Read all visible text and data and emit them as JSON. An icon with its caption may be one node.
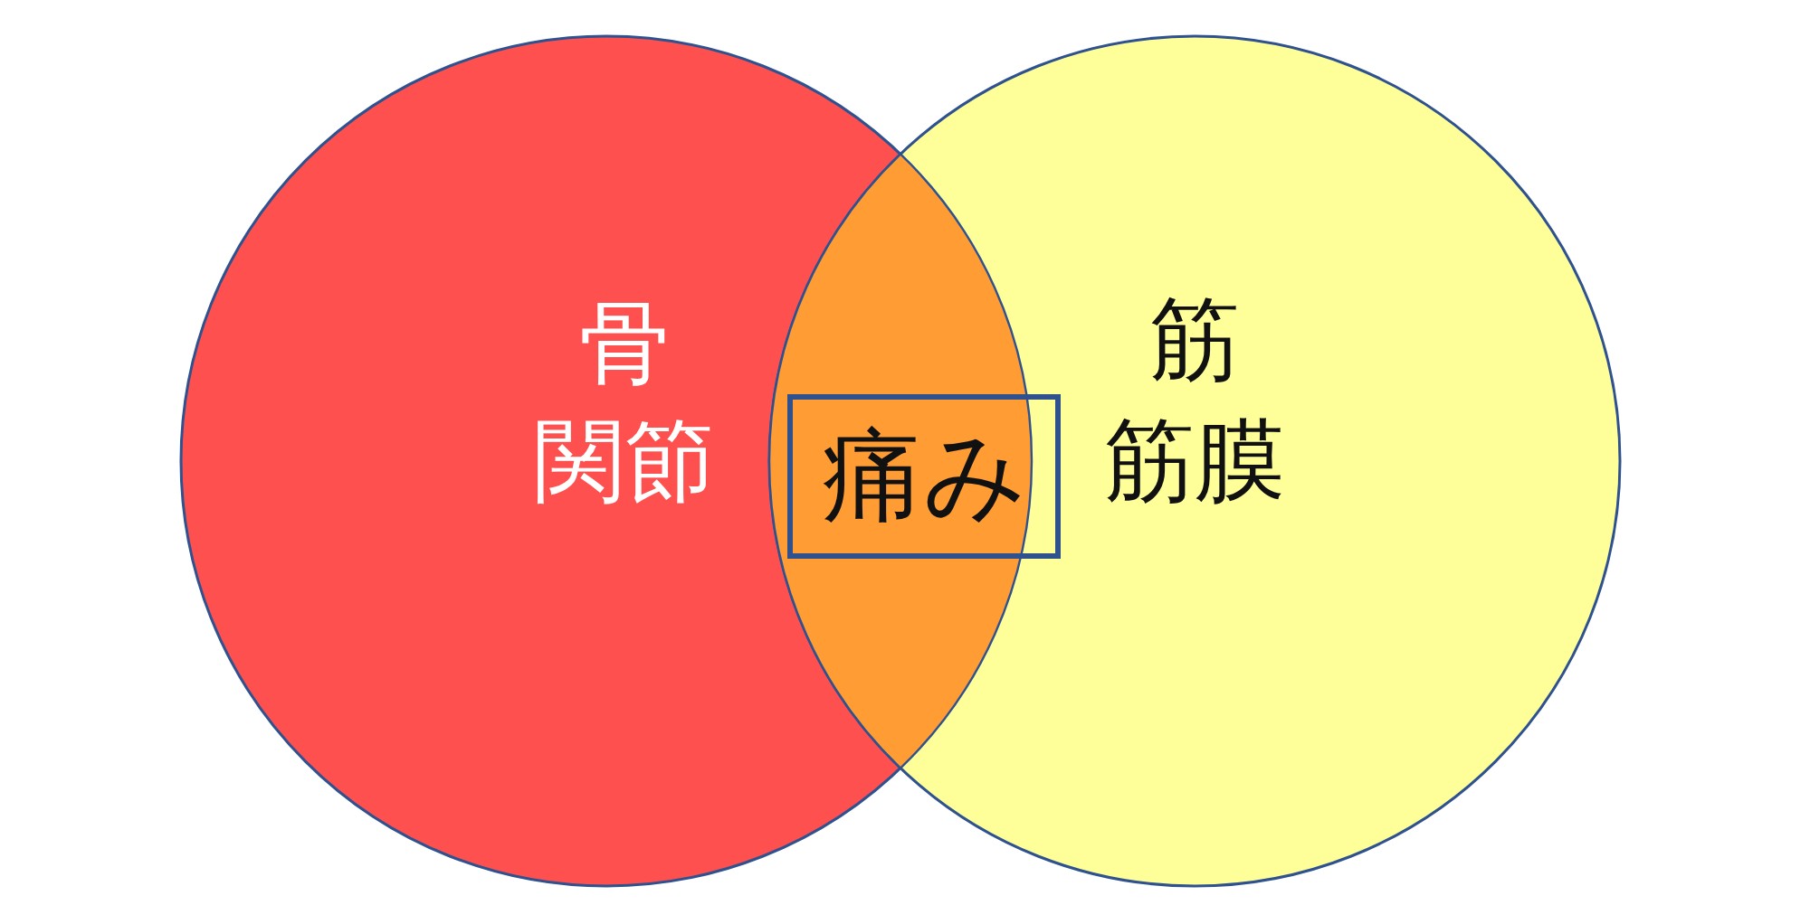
{
  "diagram": {
    "nodes": [
      {
        "text": [
          "骨",
          "関節"
        ]
      },
      {
        "text": [
          "筋",
          "筋膜"
        ]
      },
      {
        "text": [
          "痛み"
        ]
      }
    ]
  }
}
